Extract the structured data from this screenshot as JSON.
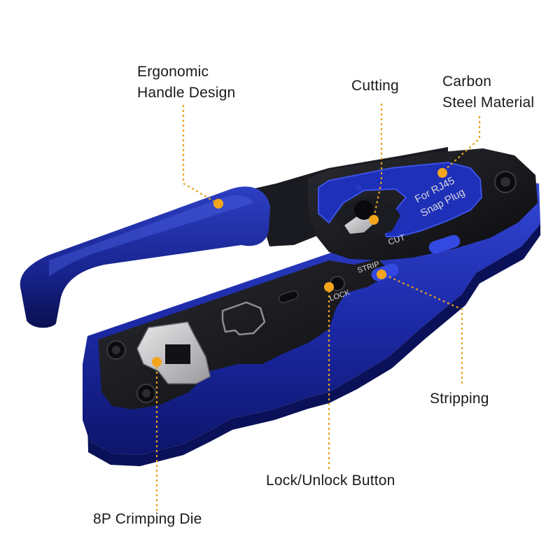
{
  "labels": {
    "ergonomic": [
      "Ergonomic",
      "Handle Design"
    ],
    "cutting": "Cutting",
    "carbon": [
      "Carbon",
      "Steel Material"
    ],
    "stripping": "Stripping",
    "lock": "Lock/Unlock Button",
    "die": "8P Crimping Die"
  },
  "tool_text": {
    "brand_line1": "For RJ45",
    "brand_line2": "Snap Plug",
    "cut": "CUT",
    "strip": "STRIP",
    "lock": "LOCK"
  },
  "colors": {
    "background": "#ffffff",
    "handle_blue": "#1c2aa8",
    "handle_dark": "#0e1670",
    "metal_black": "#151518",
    "marker_orange": "#f3a51c",
    "leader_orange": "#e8a21e",
    "label_text": "#1a1a1a"
  }
}
